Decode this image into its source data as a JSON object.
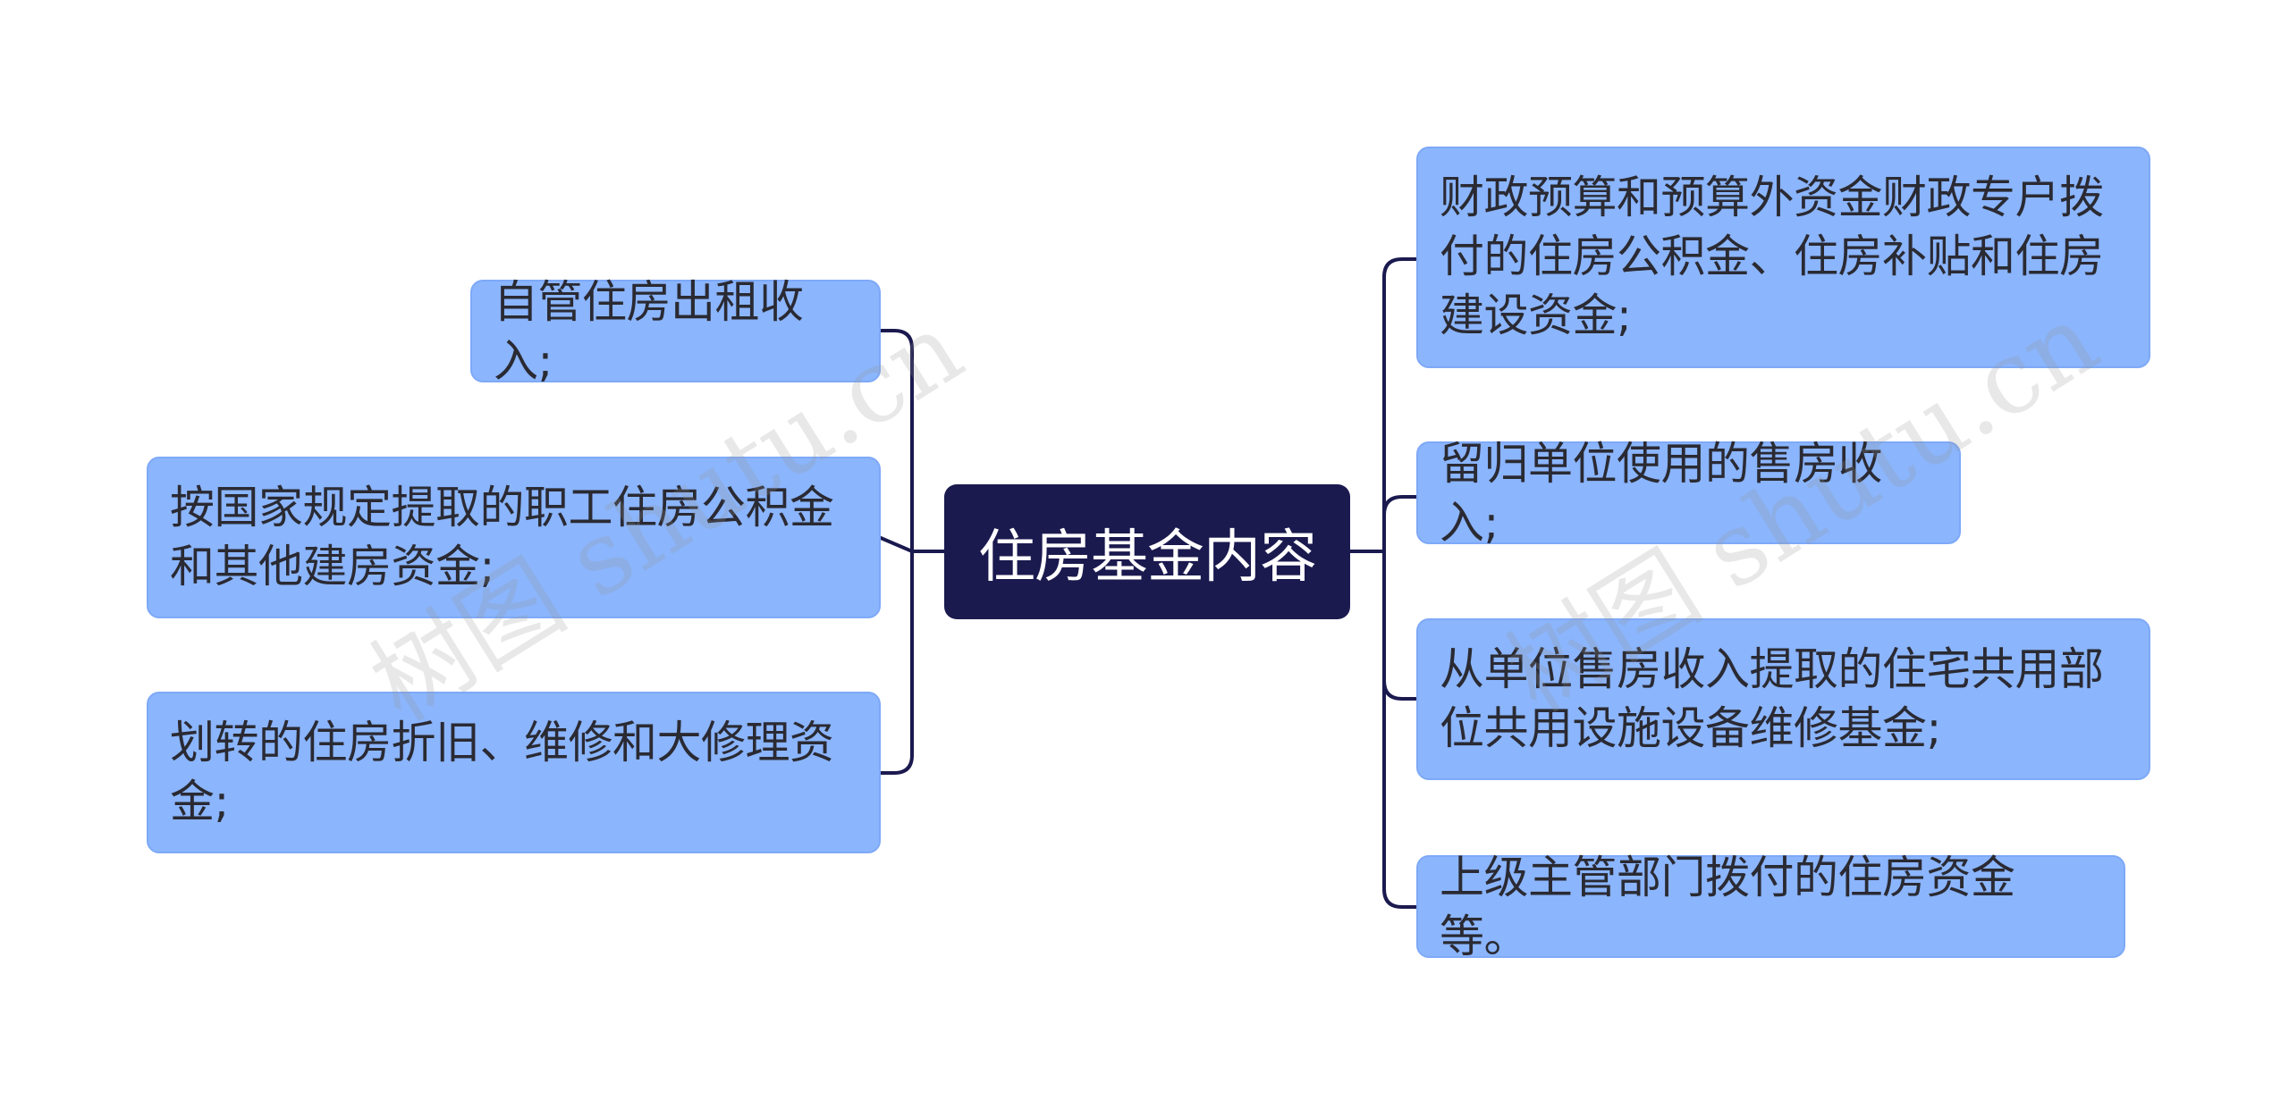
{
  "center": {
    "label": "住房基金内容"
  },
  "left_nodes": [
    {
      "label": "自管住房出租收入;"
    },
    {
      "label": "按国家规定提取的职工住房公积金和其他建房资金;"
    },
    {
      "label": "划转的住房折旧、维修和大修理资金;"
    }
  ],
  "right_nodes": [
    {
      "label": "财政预算和预算外资金财政专户拨付的住房公积金、住房补贴和住房建设资金;"
    },
    {
      "label": "留归单位使用的售房收入;"
    },
    {
      "label": "从单位售房收入提取的住宅共用部位共用设施设备维修基金;"
    },
    {
      "label": "上级主管部门拨付的住房资金等。"
    }
  ],
  "watermark": {
    "text": "树图 shutu.cn"
  },
  "colors": {
    "center_fill": "#1b1a4f",
    "node_fill": "#8bb5fc",
    "connector": "#1b1a4f"
  }
}
